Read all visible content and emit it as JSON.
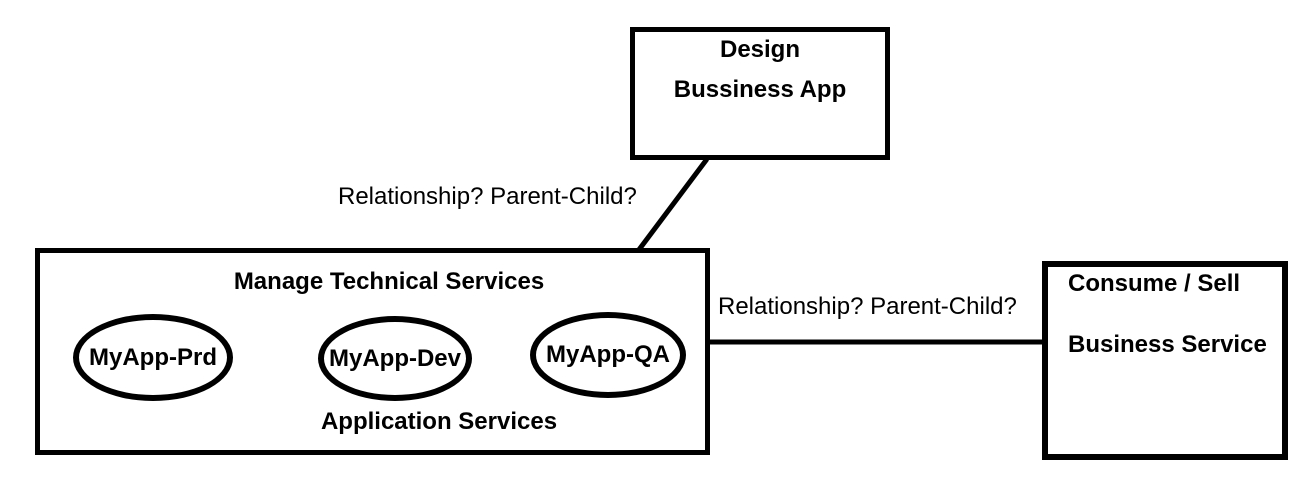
{
  "diagram": {
    "colors": {
      "stroke": "#000000",
      "background": "#ffffff",
      "text": "#000000"
    },
    "design_box": {
      "line1": "Design",
      "line2": "Bussiness App"
    },
    "technical_box": {
      "title": "Manage Technical Services",
      "ellipses": [
        {
          "label": "MyApp-Prd"
        },
        {
          "label": "MyApp-Dev"
        },
        {
          "label": "MyApp-QA"
        }
      ],
      "footer": "Application Services"
    },
    "consume_box": {
      "line1": "Consume / Sell",
      "line2": "Business Service"
    },
    "labels": {
      "design_relationship": "Relationship? Parent-Child?",
      "consume_relationship": "Relationship? Parent-Child?"
    }
  }
}
